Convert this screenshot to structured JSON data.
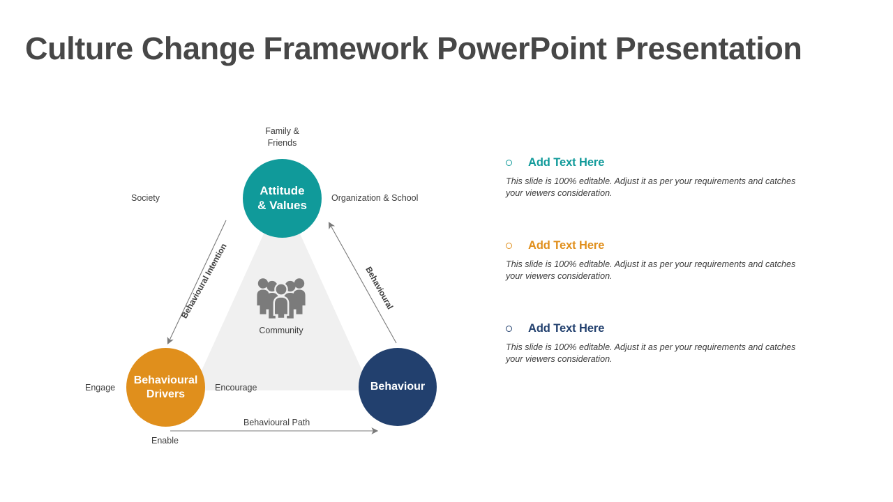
{
  "slide": {
    "title": "Culture Change Framework PowerPoint Presentation"
  },
  "diagram": {
    "nodes": {
      "top": {
        "line1": "Attitude",
        "line2": "& Values",
        "color": "#109a9a"
      },
      "left": {
        "line1": "Behavioural",
        "line2": "Drivers",
        "color": "#e08f1c"
      },
      "right": {
        "line1": "Behaviour",
        "line2": "",
        "color": "#22406e"
      }
    },
    "center": {
      "icon": "group-of-people-icon",
      "caption": "Community"
    },
    "labels": {
      "family_friends_line1": "Family &",
      "family_friends_line2": "Friends",
      "society": "Society",
      "organization_school": "Organization & School",
      "engage": "Engage",
      "encourage": "Encourage",
      "enable": "Enable",
      "behavioural_path": "Behavioural Path",
      "behavioural_intention": "Behavioural Intention",
      "behavioural": "Behavioural"
    },
    "triangle_fill": "#f0f0f0",
    "arrow_color": "#7a7a7a"
  },
  "text_items": [
    {
      "title": "Add Text Here",
      "body": "This slide is 100%  editable. Adjust it as per your requirements and catches your viewers consideration.",
      "color": "#109a9a"
    },
    {
      "title": "Add Text Here",
      "body": "This slide is 100%  editable. Adjust it as per your requirements and catches your viewers consideration.",
      "color": "#e08f1c"
    },
    {
      "title": "Add Text Here",
      "body": "This slide is 100%  editable. Adjust it as per your requirements and catches your viewers consideration.",
      "color": "#22406e"
    }
  ]
}
